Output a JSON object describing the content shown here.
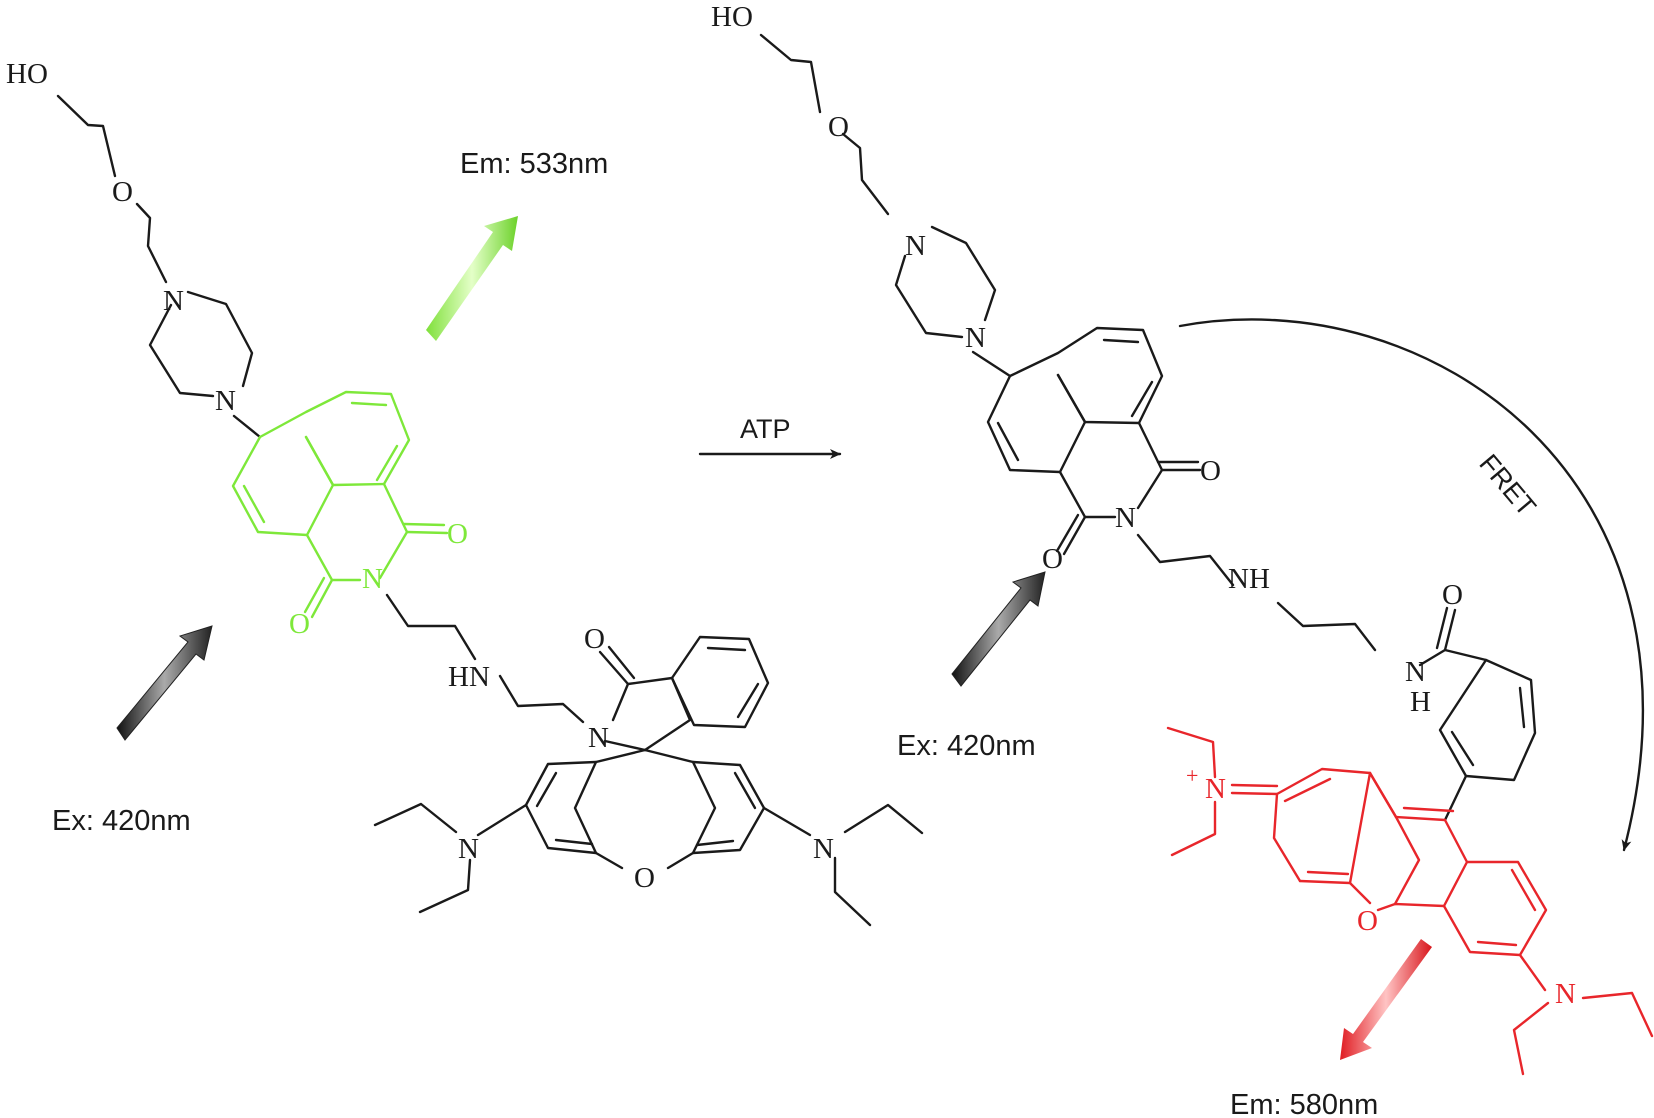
{
  "labels": {
    "left_excitation": "Ex: 420nm",
    "left_emission": "Em: 533nm",
    "reagent": "ATP",
    "right_excitation": "Ex: 420nm",
    "right_emission": "Em: 580nm",
    "transfer": "FRET"
  },
  "atoms": {
    "HO": "HO",
    "O": "O",
    "N": "N",
    "HN": "HN",
    "NH": "NH",
    "H": "H",
    "plus": "+"
  },
  "colors": {
    "ink": "#1a1a1a",
    "naphthalimide_green": "#7ee83a",
    "rhodamine_red": "#e8262b",
    "excitation_arrow": "#3a3a3a"
  },
  "arrow_icons": [
    "excitation-arrow-icon",
    "green-emission-arrow-icon",
    "red-emission-arrow-icon",
    "reaction-arrow-icon",
    "fret-curved-arrow-icon"
  ]
}
